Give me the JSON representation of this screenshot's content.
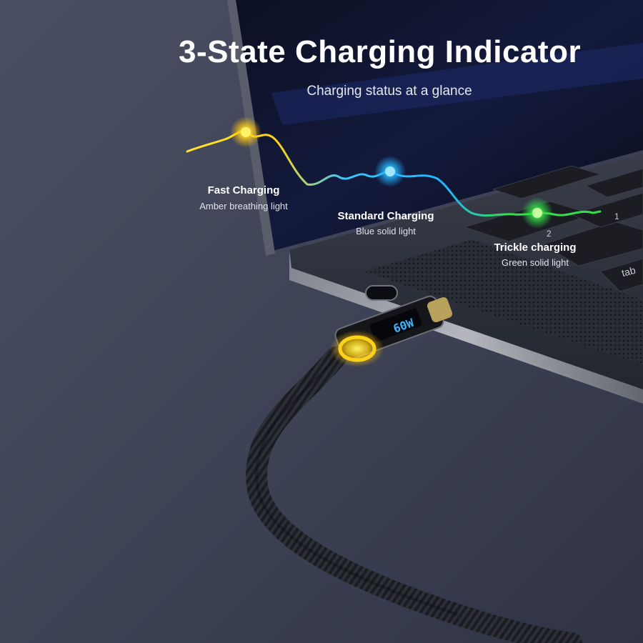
{
  "headline": "3-State Charging Indicator",
  "subhead": "Charging status at a glance",
  "states": [
    {
      "title": "Fast Charging",
      "subtitle": "Amber breathing light",
      "color": "#ffd21a"
    },
    {
      "title": "Standard Charging",
      "subtitle": "Blue solid light",
      "color": "#22b4ff"
    },
    {
      "title": "Trickle charging",
      "subtitle": "Green solid light",
      "color": "#33e04a"
    }
  ],
  "connector_display": "60W",
  "keyboard": {
    "tab_key": "tab",
    "key_1": "1",
    "key_2": "2"
  },
  "colors": {
    "background": "#3e4356",
    "laptop_body": "#2b2f3a",
    "cable": "#1b1d22",
    "amber_glow": "#ffd21a"
  }
}
